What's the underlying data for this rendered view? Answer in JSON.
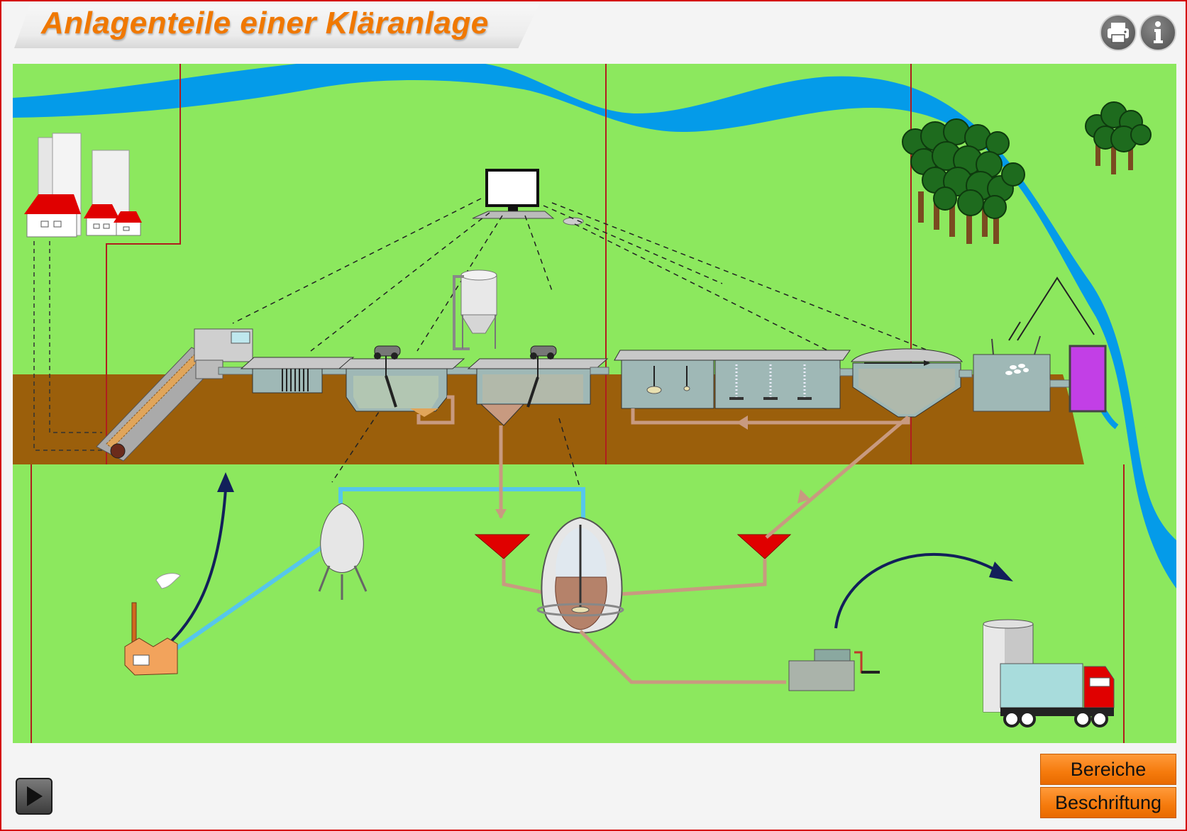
{
  "header": {
    "title": "Anlagenteile einer Kläranlage",
    "print_icon": "printer-icon",
    "info_icon": "info-icon"
  },
  "footer": {
    "play_icon": "play-icon",
    "bereiche_label": "Bereiche",
    "beschriftung_label": "Beschriftung"
  },
  "colors": {
    "title": "#f07800",
    "grass": "#8ce85e",
    "river": "#049be9",
    "soil": "#9b5f0b",
    "water_tank": "#9fb8b6",
    "sludge_pipe": "#c89a80",
    "water_pipe": "#56c6ec",
    "funnel": "#e00000",
    "purple_unit": "#c23fe6",
    "button": "#f57a0c",
    "frame": "#d40000"
  }
}
